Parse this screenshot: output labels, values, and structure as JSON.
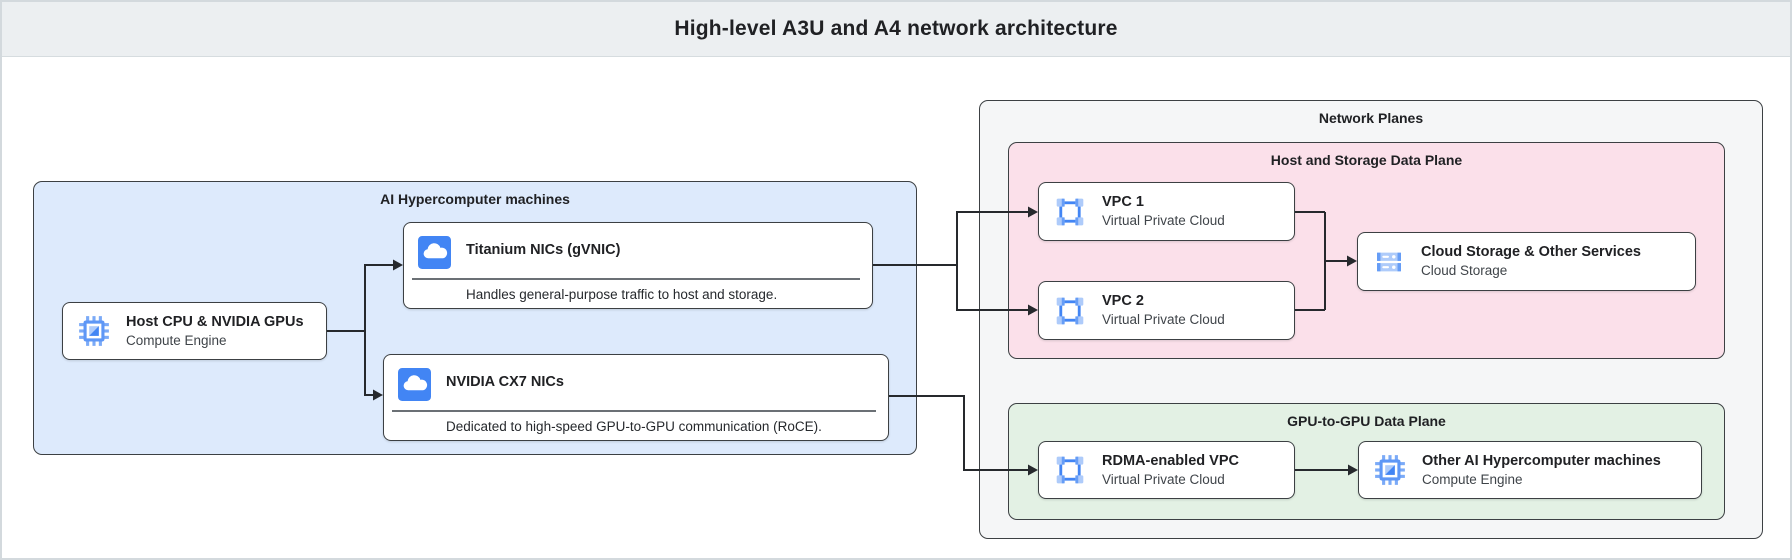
{
  "header": {
    "title": "High-level A3U and A4 network architecture"
  },
  "ai_box": {
    "label": "AI Hypercomputer machines",
    "host": {
      "title": "Host CPU & NVIDIA GPUs",
      "subtitle": "Compute Engine"
    },
    "titanium": {
      "title": "Titanium NICs (gVNIC)",
      "description": "Handles general-purpose traffic to host and storage."
    },
    "cx7": {
      "title": "NVIDIA CX7 NICs",
      "description": "Dedicated to high-speed GPU-to-GPU communication (RoCE)."
    }
  },
  "network_planes": {
    "label": "Network Planes",
    "host_storage_plane": {
      "label": "Host and Storage Data Plane",
      "vpc1": {
        "title": "VPC 1",
        "subtitle": "Virtual Private Cloud"
      },
      "vpc2": {
        "title": "VPC 2",
        "subtitle": "Virtual Private Cloud"
      },
      "storage": {
        "title": "Cloud Storage & Other Services",
        "subtitle": "Cloud Storage"
      }
    },
    "gpu_plane": {
      "label": "GPU-to-GPU Data Plane",
      "rdma": {
        "title": "RDMA-enabled VPC",
        "subtitle": "Virtual Private Cloud"
      },
      "other": {
        "title": "Other AI Hypercomputer machines",
        "subtitle": "Compute Engine"
      }
    }
  },
  "colors": {
    "header_bg": "#eceff1",
    "ai_box_bg": "#ddeafc",
    "network_planes_bg": "#f5f6f7",
    "host_storage_plane_bg": "#fbe0ea",
    "gpu_plane_bg": "#e3f1e4",
    "node_border": "#3c4043",
    "wire": "#26292d",
    "icon_blue": "#4285f4",
    "icon_blue_light": "#aecbfa",
    "icon_blue_mid": "#669df6"
  }
}
